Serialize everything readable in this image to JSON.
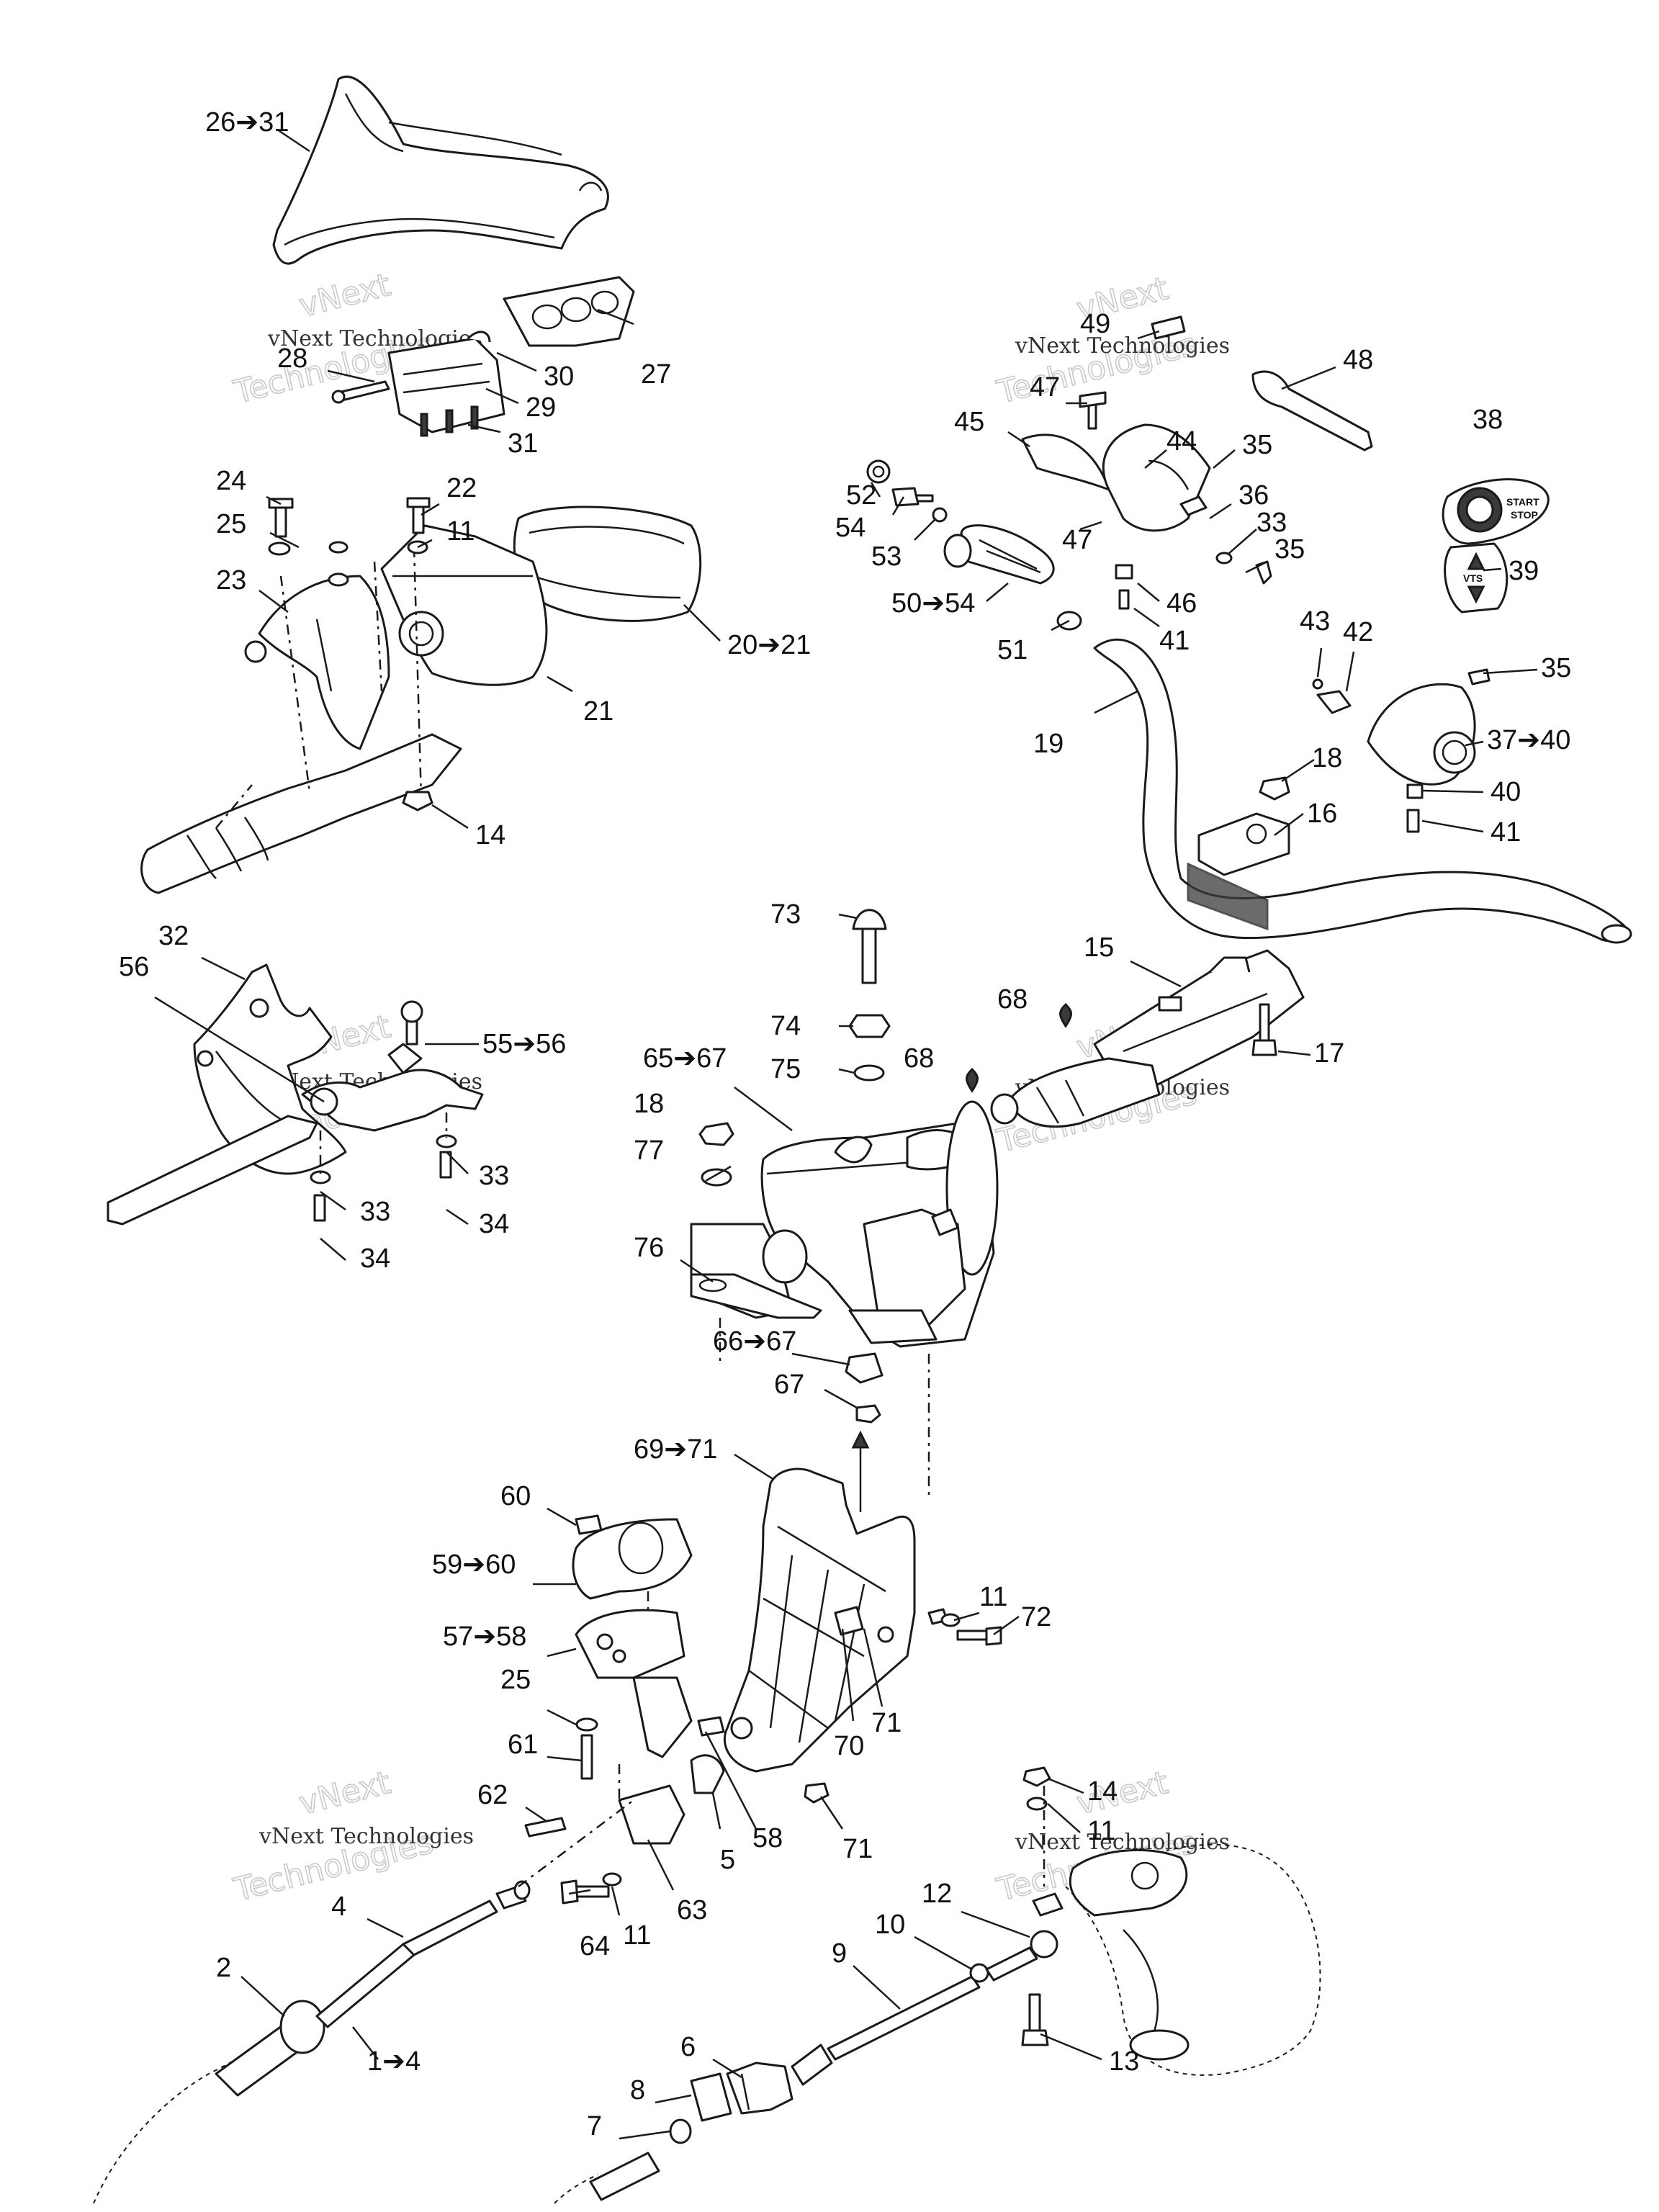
{
  "diagram": {
    "labels": [
      "26➔31",
      "27",
      "28",
      "29",
      "30",
      "31",
      "24",
      "25",
      "22",
      "11",
      "23",
      "20➔21",
      "21",
      "14",
      "49",
      "47",
      "48",
      "45",
      "44",
      "35",
      "52",
      "54",
      "53",
      "36",
      "33",
      "47",
      "35",
      "50➔54",
      "46",
      "41",
      "51",
      "38",
      "39",
      "43",
      "42",
      "35",
      "19",
      "37➔40",
      "18",
      "16",
      "40",
      "41",
      "73",
      "15",
      "68",
      "74",
      "75",
      "68",
      "17",
      "65➔67",
      "18",
      "77",
      "76",
      "66➔67",
      "67",
      "32",
      "56",
      "55➔56",
      "33",
      "34",
      "33",
      "34",
      "69➔71",
      "60",
      "59➔60",
      "57➔58",
      "25",
      "61",
      "62",
      "11",
      "72",
      "71",
      "70",
      "5",
      "58",
      "71",
      "4",
      "63",
      "64",
      "11",
      "2",
      "1➔4",
      "14",
      "11",
      "12",
      "10",
      "9",
      "6",
      "8",
      "7",
      "13"
    ],
    "watermarks": [
      "vNext",
      "Technologies",
      "vNext Technologies"
    ],
    "button_labels": [
      "START",
      "STOP",
      "VTS"
    ]
  }
}
